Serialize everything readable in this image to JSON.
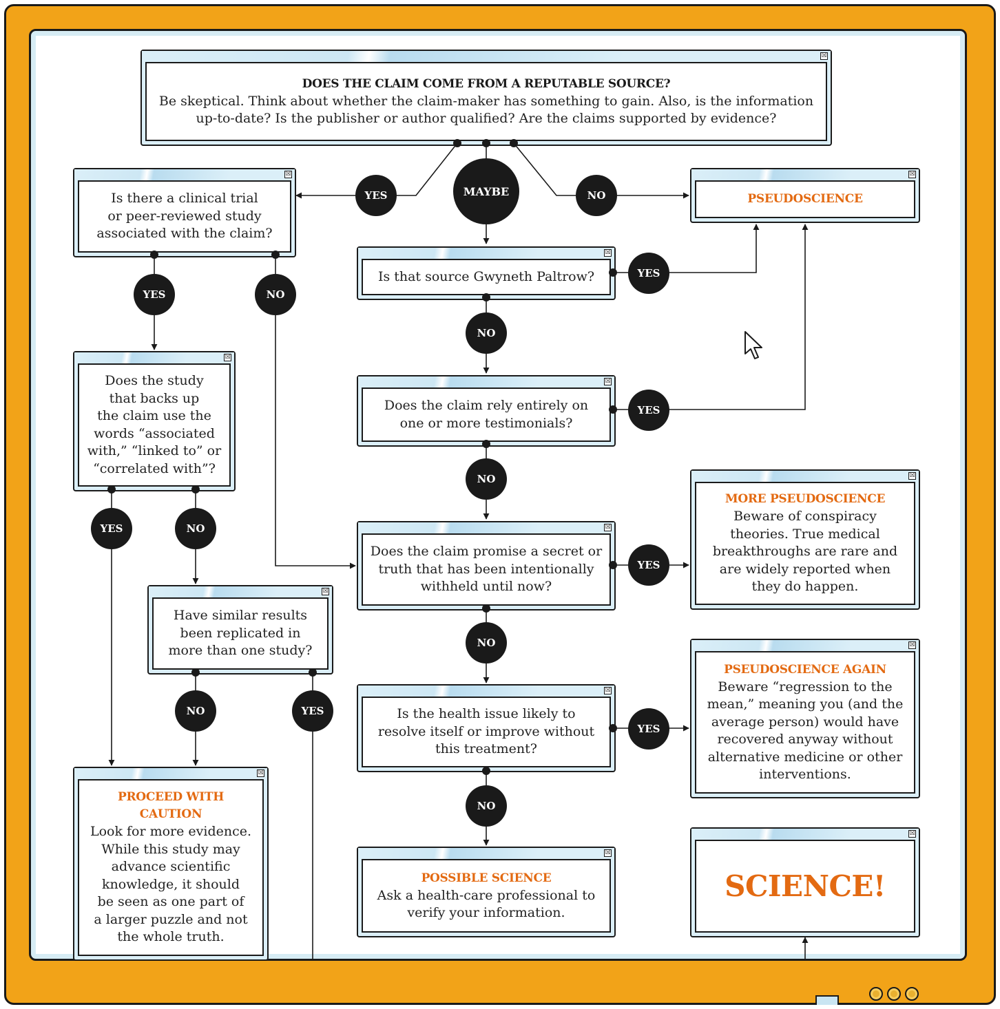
{
  "boxes": {
    "source": {
      "title": "DOES THE CLAIM COME FROM A REPUTABLE SOURCE?",
      "text": "Be skeptical. Think about whether the claim-maker has something to gain. Also, is the information\nup-to-date? Is the publisher or author qualified? Are the claims supported by evidence?"
    },
    "clinical": {
      "text": "Is there a clinical trial\nor peer-reviewed study\nassociated with the claim?"
    },
    "pseudo1": {
      "title": "PSEUDOSCIENCE"
    },
    "paltrow": {
      "text": "Is that source Gwyneth Paltrow?"
    },
    "testimonials": {
      "text": "Does the claim rely entirely on\none or more testimonials?"
    },
    "associated": {
      "text": "Does the study\nthat backs up\nthe claim use the\nwords “associated\nwith,” “linked to” or\n“correlated with”?"
    },
    "more_pseudo": {
      "title": "MORE PSEUDOSCIENCE",
      "text": "Beware of conspiracy\ntheories. True medical\nbreakthroughs are rare and\nare widely reported when\nthey do happen."
    },
    "secret": {
      "text": "Does the claim promise a secret or\ntruth that has been intentionally\nwithheld until now?"
    },
    "replicated": {
      "text": "Have similar results\nbeen replicated in\nmore than one study?"
    },
    "pseudo_again": {
      "title": "PSEUDOSCIENCE AGAIN",
      "text": "Beware “regression to the\nmean,” meaning you (and the\naverage person) would have\nrecovered anyway without\nalternative medicine or other\ninterventions."
    },
    "resolve": {
      "text": "Is the health issue likely to\nresolve itself or improve without\nthis treatment?"
    },
    "caution": {
      "title": "PROCEED WITH\nCAUTION",
      "text": "Look for more evidence.\nWhile this study may\nadvance scientific\nknowledge, it should\nbe seen as one part of\na larger puzzle and not\nthe whole truth."
    },
    "possible": {
      "title": "POSSIBLE SCIENCE",
      "text": "Ask a health-care professional to\nverify your information."
    },
    "science": {
      "title": "SCIENCE!"
    }
  },
  "labels": {
    "yes": "YES",
    "no": "NO",
    "maybe": "MAYBE",
    "close": "☒"
  },
  "colors": {
    "frame": "#f2a318",
    "accent": "#e36a12",
    "ink": "#1a1a1a",
    "window": "#dbeff8"
  }
}
